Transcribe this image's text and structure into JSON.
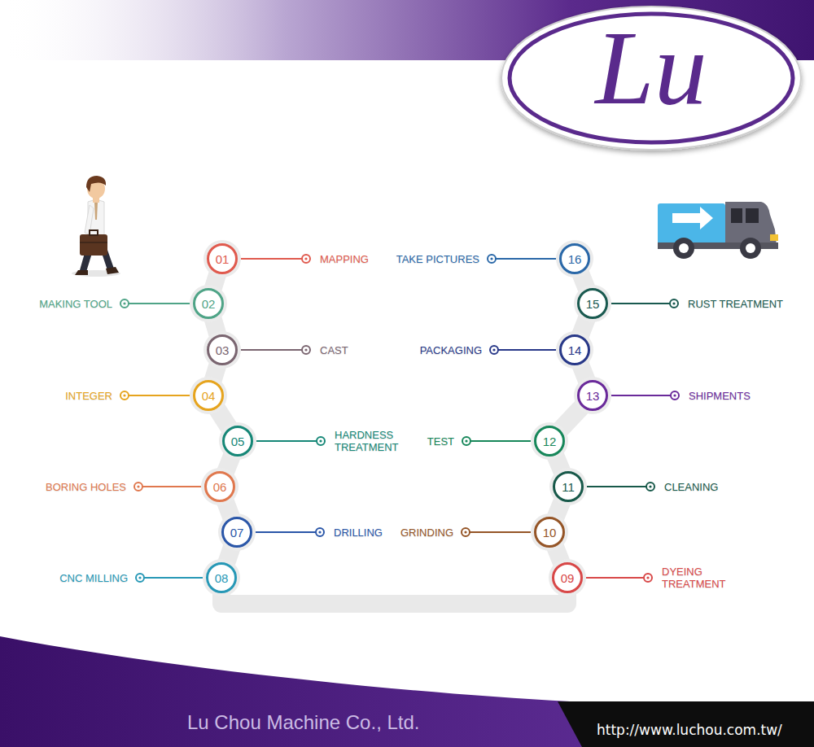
{
  "diagram": {
    "nodes": [
      {
        "text": [
          "01",
          "MAPPING"
        ]
      },
      {
        "text": [
          "02",
          "MAKING TOOL"
        ]
      },
      {
        "text": [
          "03",
          "CAST"
        ]
      },
      {
        "text": [
          "04",
          "INTEGER"
        ]
      },
      {
        "text": [
          "05",
          "HARDNESS TREATMENT"
        ]
      },
      {
        "text": [
          "06",
          "BORING HOLES"
        ]
      },
      {
        "text": [
          "07",
          "DRILLING"
        ]
      },
      {
        "text": [
          "08",
          "CNC MILLING"
        ]
      },
      {
        "text": [
          "09",
          "DYEING TREATMENT"
        ]
      },
      {
        "text": [
          "10",
          "GRINDING"
        ]
      },
      {
        "text": [
          "11",
          "CLEANING"
        ]
      },
      {
        "text": [
          "12",
          "TEST"
        ]
      },
      {
        "text": [
          "13",
          "SHIPMENTS"
        ]
      },
      {
        "text": [
          "14",
          "PACKAGING"
        ]
      },
      {
        "text": [
          "15",
          "RUST TREATMENT"
        ]
      },
      {
        "text": [
          "16",
          "TAKE PICTURES"
        ]
      }
    ],
    "edges": [
      {
        "from": 0,
        "to": 1,
        "arrow": "none"
      },
      {
        "from": 1,
        "to": 2,
        "arrow": "none"
      },
      {
        "from": 2,
        "to": 3,
        "arrow": "none"
      },
      {
        "from": 3,
        "to": 4,
        "arrow": "none"
      },
      {
        "from": 4,
        "to": 5,
        "arrow": "none"
      },
      {
        "from": 5,
        "to": 6,
        "arrow": "none"
      },
      {
        "from": 6,
        "to": 7,
        "arrow": "none"
      },
      {
        "from": 7,
        "to": 8,
        "arrow": "none"
      },
      {
        "from": 8,
        "to": 9,
        "arrow": "none"
      },
      {
        "from": 9,
        "to": 10,
        "arrow": "none"
      },
      {
        "from": 10,
        "to": 11,
        "arrow": "none"
      },
      {
        "from": 11,
        "to": 12,
        "arrow": "none"
      },
      {
        "from": 12,
        "to": 13,
        "arrow": "none"
      },
      {
        "from": 13,
        "to": 14,
        "arrow": "none"
      },
      {
        "from": 14,
        "to": 15,
        "arrow": "none"
      }
    ],
    "labels": [
      "Lu",
      "Lu Chou Machine Co., Ltd.",
      "http://www.luchou.com.tw/"
    ]
  }
}
